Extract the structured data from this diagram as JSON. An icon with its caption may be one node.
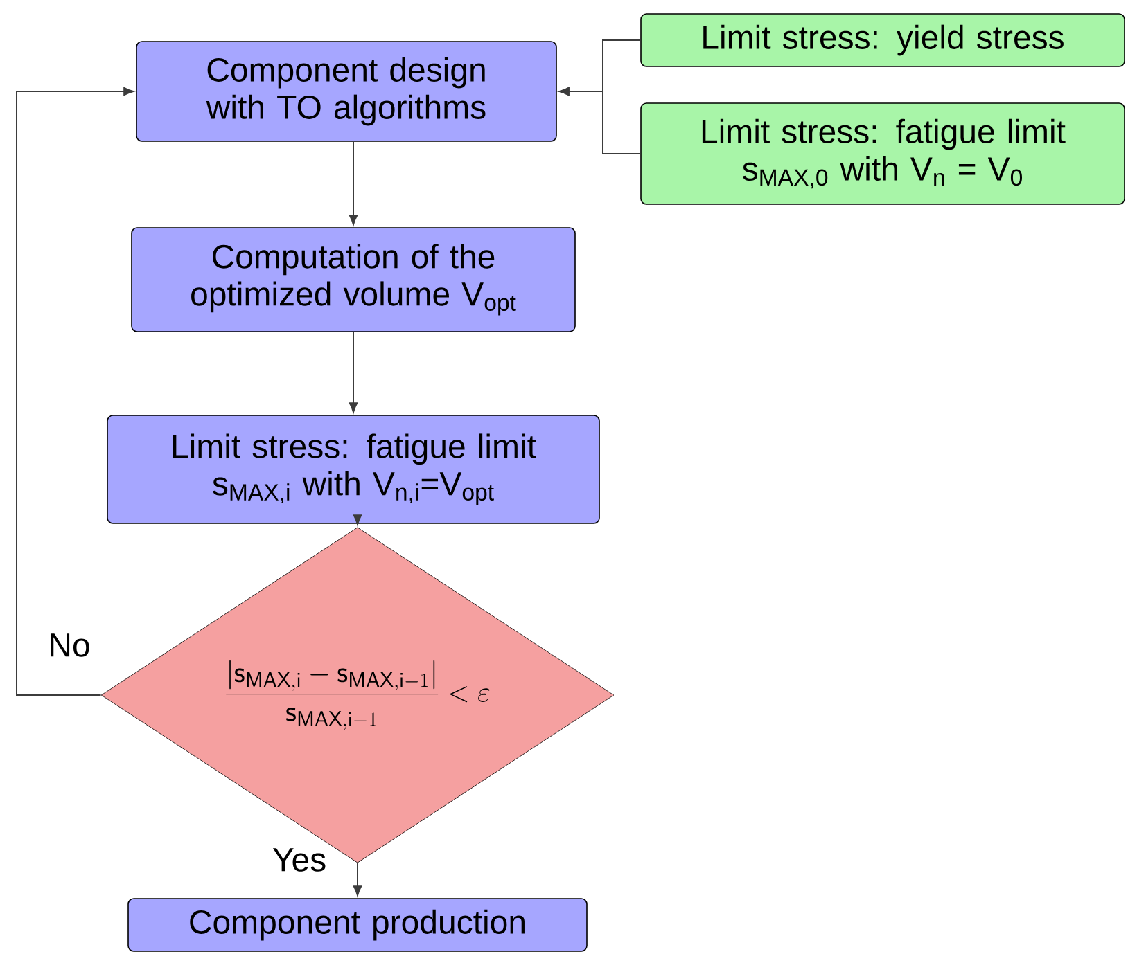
{
  "diagram": {
    "nodes": [
      {
        "text": [
          "Component design with TO algorithms"
        ]
      },
      {
        "text": [
          "Limit stress: yield stress"
        ]
      },
      {
        "text": [
          "Limit stress: fatigue limit",
          "s$_{MAX,0}$ with V$_{n}$ = V$_{0}$"
        ]
      },
      {
        "text": [
          "Computation of the optimized volume V$_{opt}$"
        ]
      },
      {
        "text": [
          "Limit stress: fatigue limit",
          "s$_{MAX,i}$ with V$_{n,i}$=V$_{opt}$"
        ]
      },
      {
        "text": [
          "\\frac{|\\mathsf{s}_{\\mathsf{MAX},\\mathsf{i}}-\\mathsf{s}_{\\mathsf{MAX},\\mathsf{i}-1}|}{\\mathsf{s}_{\\mathsf{MAX},\\mathsf{i}-1}}<\\varepsilon"
        ]
      },
      {
        "text": [
          "Component production"
        ]
      }
    ],
    "edges": [
      {
        "from": 1,
        "to": 0,
        "arrow": "to"
      },
      {
        "from": 2,
        "to": 0,
        "arrow": "to"
      },
      {
        "from": 0,
        "to": 3,
        "arrow": "to"
      },
      {
        "from": 3,
        "to": 4,
        "arrow": "to"
      },
      {
        "from": 4,
        "to": 5,
        "arrow": "to"
      },
      {
        "from": 5,
        "to": 0,
        "arrow": "to",
        "label": "No"
      },
      {
        "from": 5,
        "to": 6,
        "arrow": "to",
        "label": "Yes"
      }
    ]
  }
}
